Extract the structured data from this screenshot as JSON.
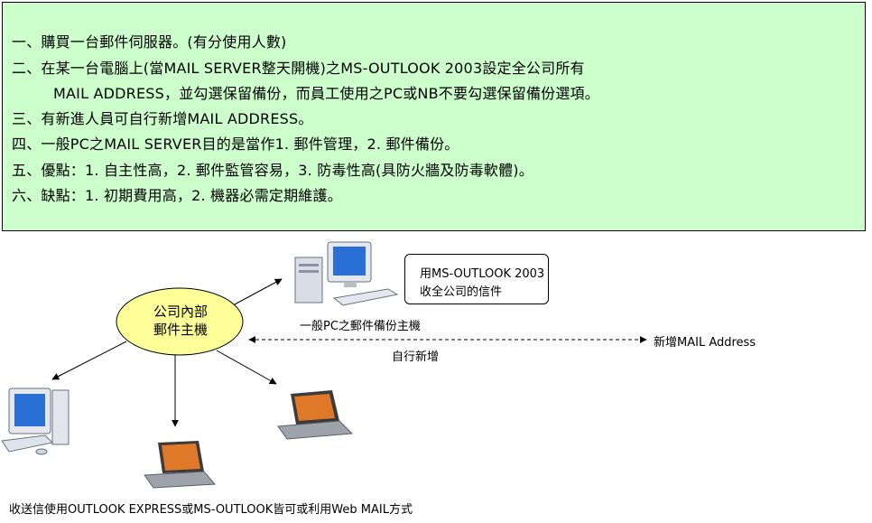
{
  "textbox": {
    "lines": [
      "一、購買一台郵件伺服器。(有分使用人數)",
      "二、在某一台電腦上(當MAIL SERVER整天開機)之MS-OUTLOOK 2003設定全公司所有",
      "MAIL ADDRESS，並勾選保留備份，而員工使用之PC或NB不要勾選保留備份選項。",
      "三、有新進人員可自行新增MAIL ADDRESS。",
      "四、一般PC之MAIL SERVER目的是當作1. 郵件管理，2. 郵件備份。",
      "五、優點：1. 自主性高，2. 郵件監管容易，3. 防毒性高(具防火牆及防毒軟體)。",
      "六、缺點：1. 初期費用高，2. 機器必需定期維護。"
    ]
  },
  "diagram": {
    "hub_line1": "公司內部",
    "hub_line2": "郵件主機",
    "callout_line1": "用MS-OUTLOOK 2003",
    "callout_line2": "收全公司的信件",
    "backup_label": "一般PC之郵件備份主機",
    "new_address_label": "新增MAIL Address",
    "self_add_label": "自行新增",
    "bottom_caption": "收送信使用OUTLOOK EXPRESS或MS-OUTLOOK皆可或利用Web MAIL方式"
  },
  "colors": {
    "textbox_bg": "#ccffcc",
    "hub_fill": "#ffff99",
    "monitor_screen": "#2a6fd6",
    "laptop_screen": "#e0782a"
  }
}
